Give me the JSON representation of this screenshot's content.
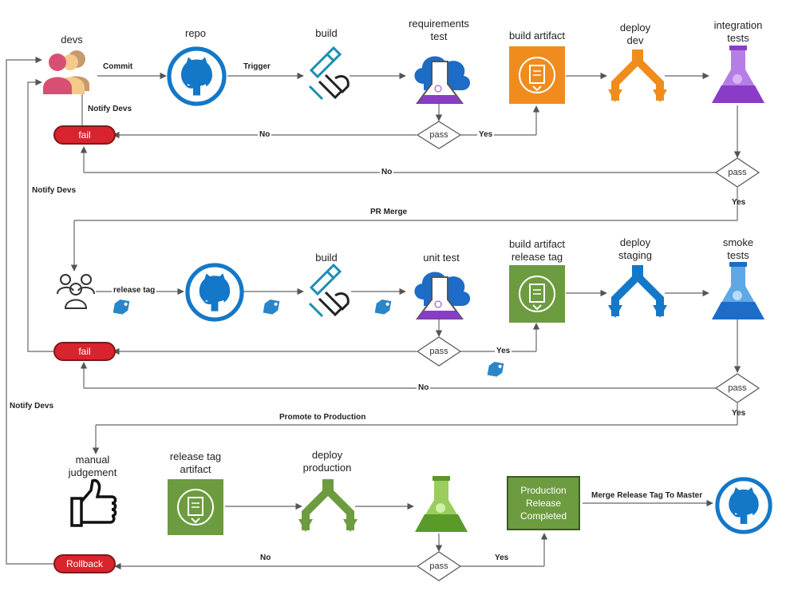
{
  "nodes": {
    "devs": "devs",
    "repo": "repo",
    "build1": "build",
    "req_test_line1": "requirements",
    "req_test_line2": "test",
    "build_artifact": "build artifact",
    "deploy_dev_line1": "deploy",
    "deploy_dev_line2": "dev",
    "integ_line1": "integration",
    "integ_line2": "tests",
    "build2": "build",
    "unit_test": "unit test",
    "bart2_line1": "build artifact",
    "bart2_line2": "release tag",
    "deploy_staging_line1": "deploy",
    "deploy_staging_line2": "staging",
    "smoke_line1": "smoke",
    "smoke_line2": "tests",
    "manual_line1": "manual",
    "manual_line2": "judgement",
    "rta_line1": "release tag",
    "rta_line2": "artifact",
    "deploy_prod_line1": "deploy",
    "deploy_prod_line2": "production",
    "prod_release": "Production Release Completed",
    "fail1": "fail",
    "fail2": "fail",
    "rollback": "Rollback",
    "pass1": "pass",
    "pass2": "pass",
    "pass3": "pass",
    "pass4": "pass",
    "pass5": "pass"
  },
  "edges": {
    "commit": "Commit",
    "trigger": "Trigger",
    "notify_devs_1": "Notify Devs",
    "notify_devs_2": "Notify Devs",
    "notify_devs_3": "Notify Devs",
    "no1": "No",
    "yes1": "Yes",
    "no2": "No",
    "yes2": "Yes",
    "pr_merge": "PR Merge",
    "release_tag": "release tag",
    "yes3": "Yes",
    "no4": "No",
    "yes4": "Yes",
    "promote": "Promote to Production",
    "merge_release": "Merge Release Tag To Master",
    "no5": "No",
    "yes5": "Yes"
  },
  "colors": {
    "github_blue": "#1478c8",
    "fail_red": "#d9232e",
    "artifact_orange": "#f08c1e",
    "artifact_green": "#6d9b3f",
    "deploy_orange": "#f08c1e",
    "deploy_blue": "#1478c8",
    "deploy_green": "#6d9b3f",
    "flask_purple": "#8a3cc8",
    "flask_blue": "#1c6cc8",
    "flask_green": "#5a9a28",
    "tag_blue": "#2a86c8"
  }
}
